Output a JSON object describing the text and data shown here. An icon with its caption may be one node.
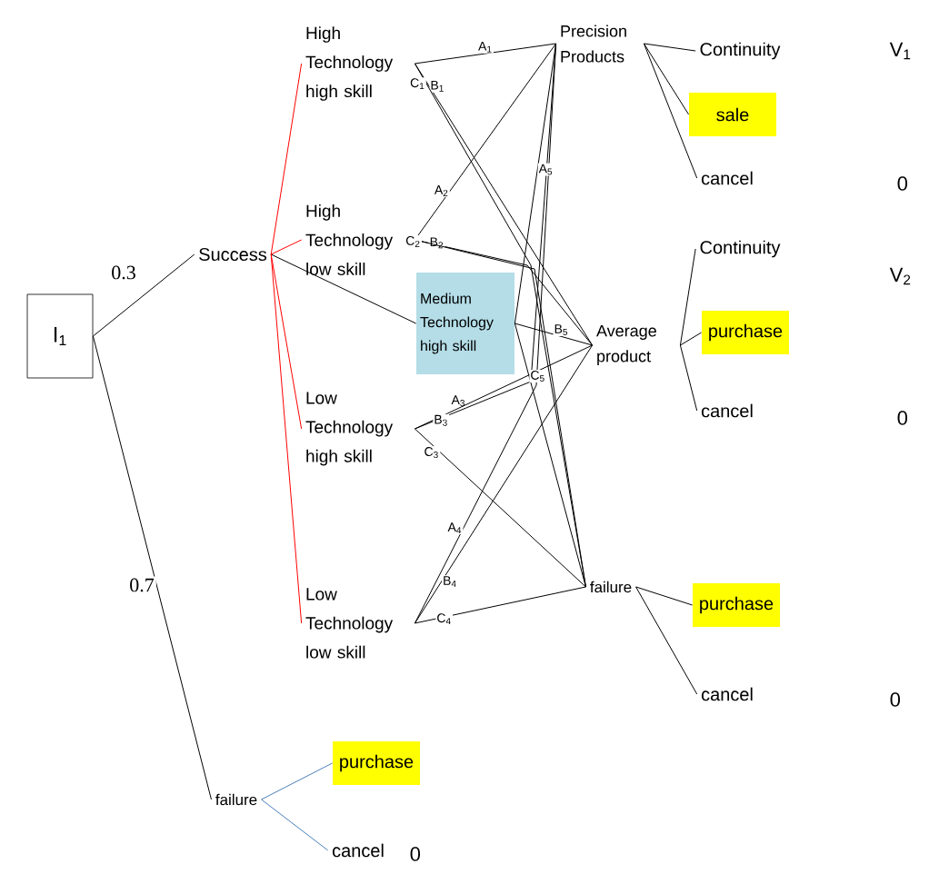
{
  "diagram": {
    "nodes": [
      {
        "text": [
          "I$_{1}$"
        ]
      },
      {
        "text": [
          "Success"
        ]
      },
      {
        "text": [
          "failure"
        ]
      },
      {
        "text": [
          "High Technology high skill"
        ]
      },
      {
        "text": [
          "High Technology low skill"
        ]
      },
      {
        "text": [
          "Medium Technology high skill"
        ]
      },
      {
        "text": [
          "Low Technology high skill"
        ]
      },
      {
        "text": [
          "Low Technology low skill"
        ]
      },
      {
        "text": [
          "Precision Products"
        ]
      },
      {
        "text": [
          "Average product"
        ]
      },
      {
        "text": [
          "failure"
        ]
      },
      {
        "text": [
          "Continuity"
        ]
      },
      {
        "text": [
          "sale"
        ]
      },
      {
        "text": [
          "cancel"
        ]
      },
      {
        "text": [
          "Continuity"
        ]
      },
      {
        "text": [
          "purchase"
        ]
      },
      {
        "text": [
          "cancel"
        ]
      },
      {
        "text": [
          "purchase"
        ]
      },
      {
        "text": [
          "cancel"
        ]
      },
      {
        "text": [
          "purchase"
        ]
      },
      {
        "text": [
          "cancel"
        ]
      }
    ],
    "edges": [
      {
        "from": 0,
        "to": 1,
        "arrow": "none",
        "label": "0.3"
      },
      {
        "from": 0,
        "to": 2,
        "arrow": "none",
        "label": "0.7"
      },
      {
        "from": 1,
        "to": 3,
        "arrow": "none",
        "color": "#ff0000"
      },
      {
        "from": 1,
        "to": 4,
        "arrow": "none",
        "color": "#ff0000"
      },
      {
        "from": 1,
        "to": 5,
        "arrow": "none"
      },
      {
        "from": 1,
        "to": 6,
        "arrow": "none",
        "color": "#ff0000"
      },
      {
        "from": 1,
        "to": 7,
        "arrow": "none",
        "color": "#ff0000"
      },
      {
        "from": 3,
        "to": 8,
        "arrow": "none",
        "label": "A$_{1}$"
      },
      {
        "from": 3,
        "to": 9,
        "arrow": "none",
        "label": "B$_{1}$"
      },
      {
        "from": 3,
        "to": 10,
        "arrow": "none",
        "label": "C$_{1}$"
      },
      {
        "from": 4,
        "to": 8,
        "arrow": "none",
        "label": "A$_{2}$"
      },
      {
        "from": 4,
        "to": 9,
        "arrow": "none",
        "label": "B$_{2}$"
      },
      {
        "from": 4,
        "to": 10,
        "arrow": "none",
        "label": "C$_{2}$"
      },
      {
        "from": 6,
        "to": 8,
        "arrow": "none",
        "label": "A$_{3}$"
      },
      {
        "from": 6,
        "to": 9,
        "arrow": "none",
        "label": "B$_{3}$"
      },
      {
        "from": 6,
        "to": 10,
        "arrow": "none",
        "label": "C$_{3}$"
      },
      {
        "from": 7,
        "to": 8,
        "arrow": "none",
        "label": "A$_{4}$"
      },
      {
        "from": 7,
        "to": 9,
        "arrow": "none",
        "label": "B$_{4}$"
      },
      {
        "from": 7,
        "to": 10,
        "arrow": "none",
        "label": "C$_{4}$"
      },
      {
        "from": 5,
        "to": 8,
        "arrow": "none",
        "label": "A$_{5}$"
      },
      {
        "from": 5,
        "to": 9,
        "arrow": "none",
        "label": "B$_{5}$"
      },
      {
        "from": 5,
        "to": 10,
        "arrow": "none",
        "label": "C$_{5}$"
      },
      {
        "from": 8,
        "to": 11,
        "arrow": "none"
      },
      {
        "from": 8,
        "to": 12,
        "arrow": "none"
      },
      {
        "from": 8,
        "to": 13,
        "arrow": "none"
      },
      {
        "from": 9,
        "to": 14,
        "arrow": "none"
      },
      {
        "from": 9,
        "to": 15,
        "arrow": "none"
      },
      {
        "from": 9,
        "to": 16,
        "arrow": "none"
      },
      {
        "from": 10,
        "to": 17,
        "arrow": "none"
      },
      {
        "from": 10,
        "to": 18,
        "arrow": "none"
      },
      {
        "from": 2,
        "to": 19,
        "arrow": "none",
        "color": "#4a7ebb"
      },
      {
        "from": 2,
        "to": 20,
        "arrow": "none",
        "color": "#4a7ebb"
      }
    ],
    "labels": [
      "V$_{1}$",
      "0",
      "V$_{2}$",
      "0",
      "0",
      "0"
    ]
  }
}
